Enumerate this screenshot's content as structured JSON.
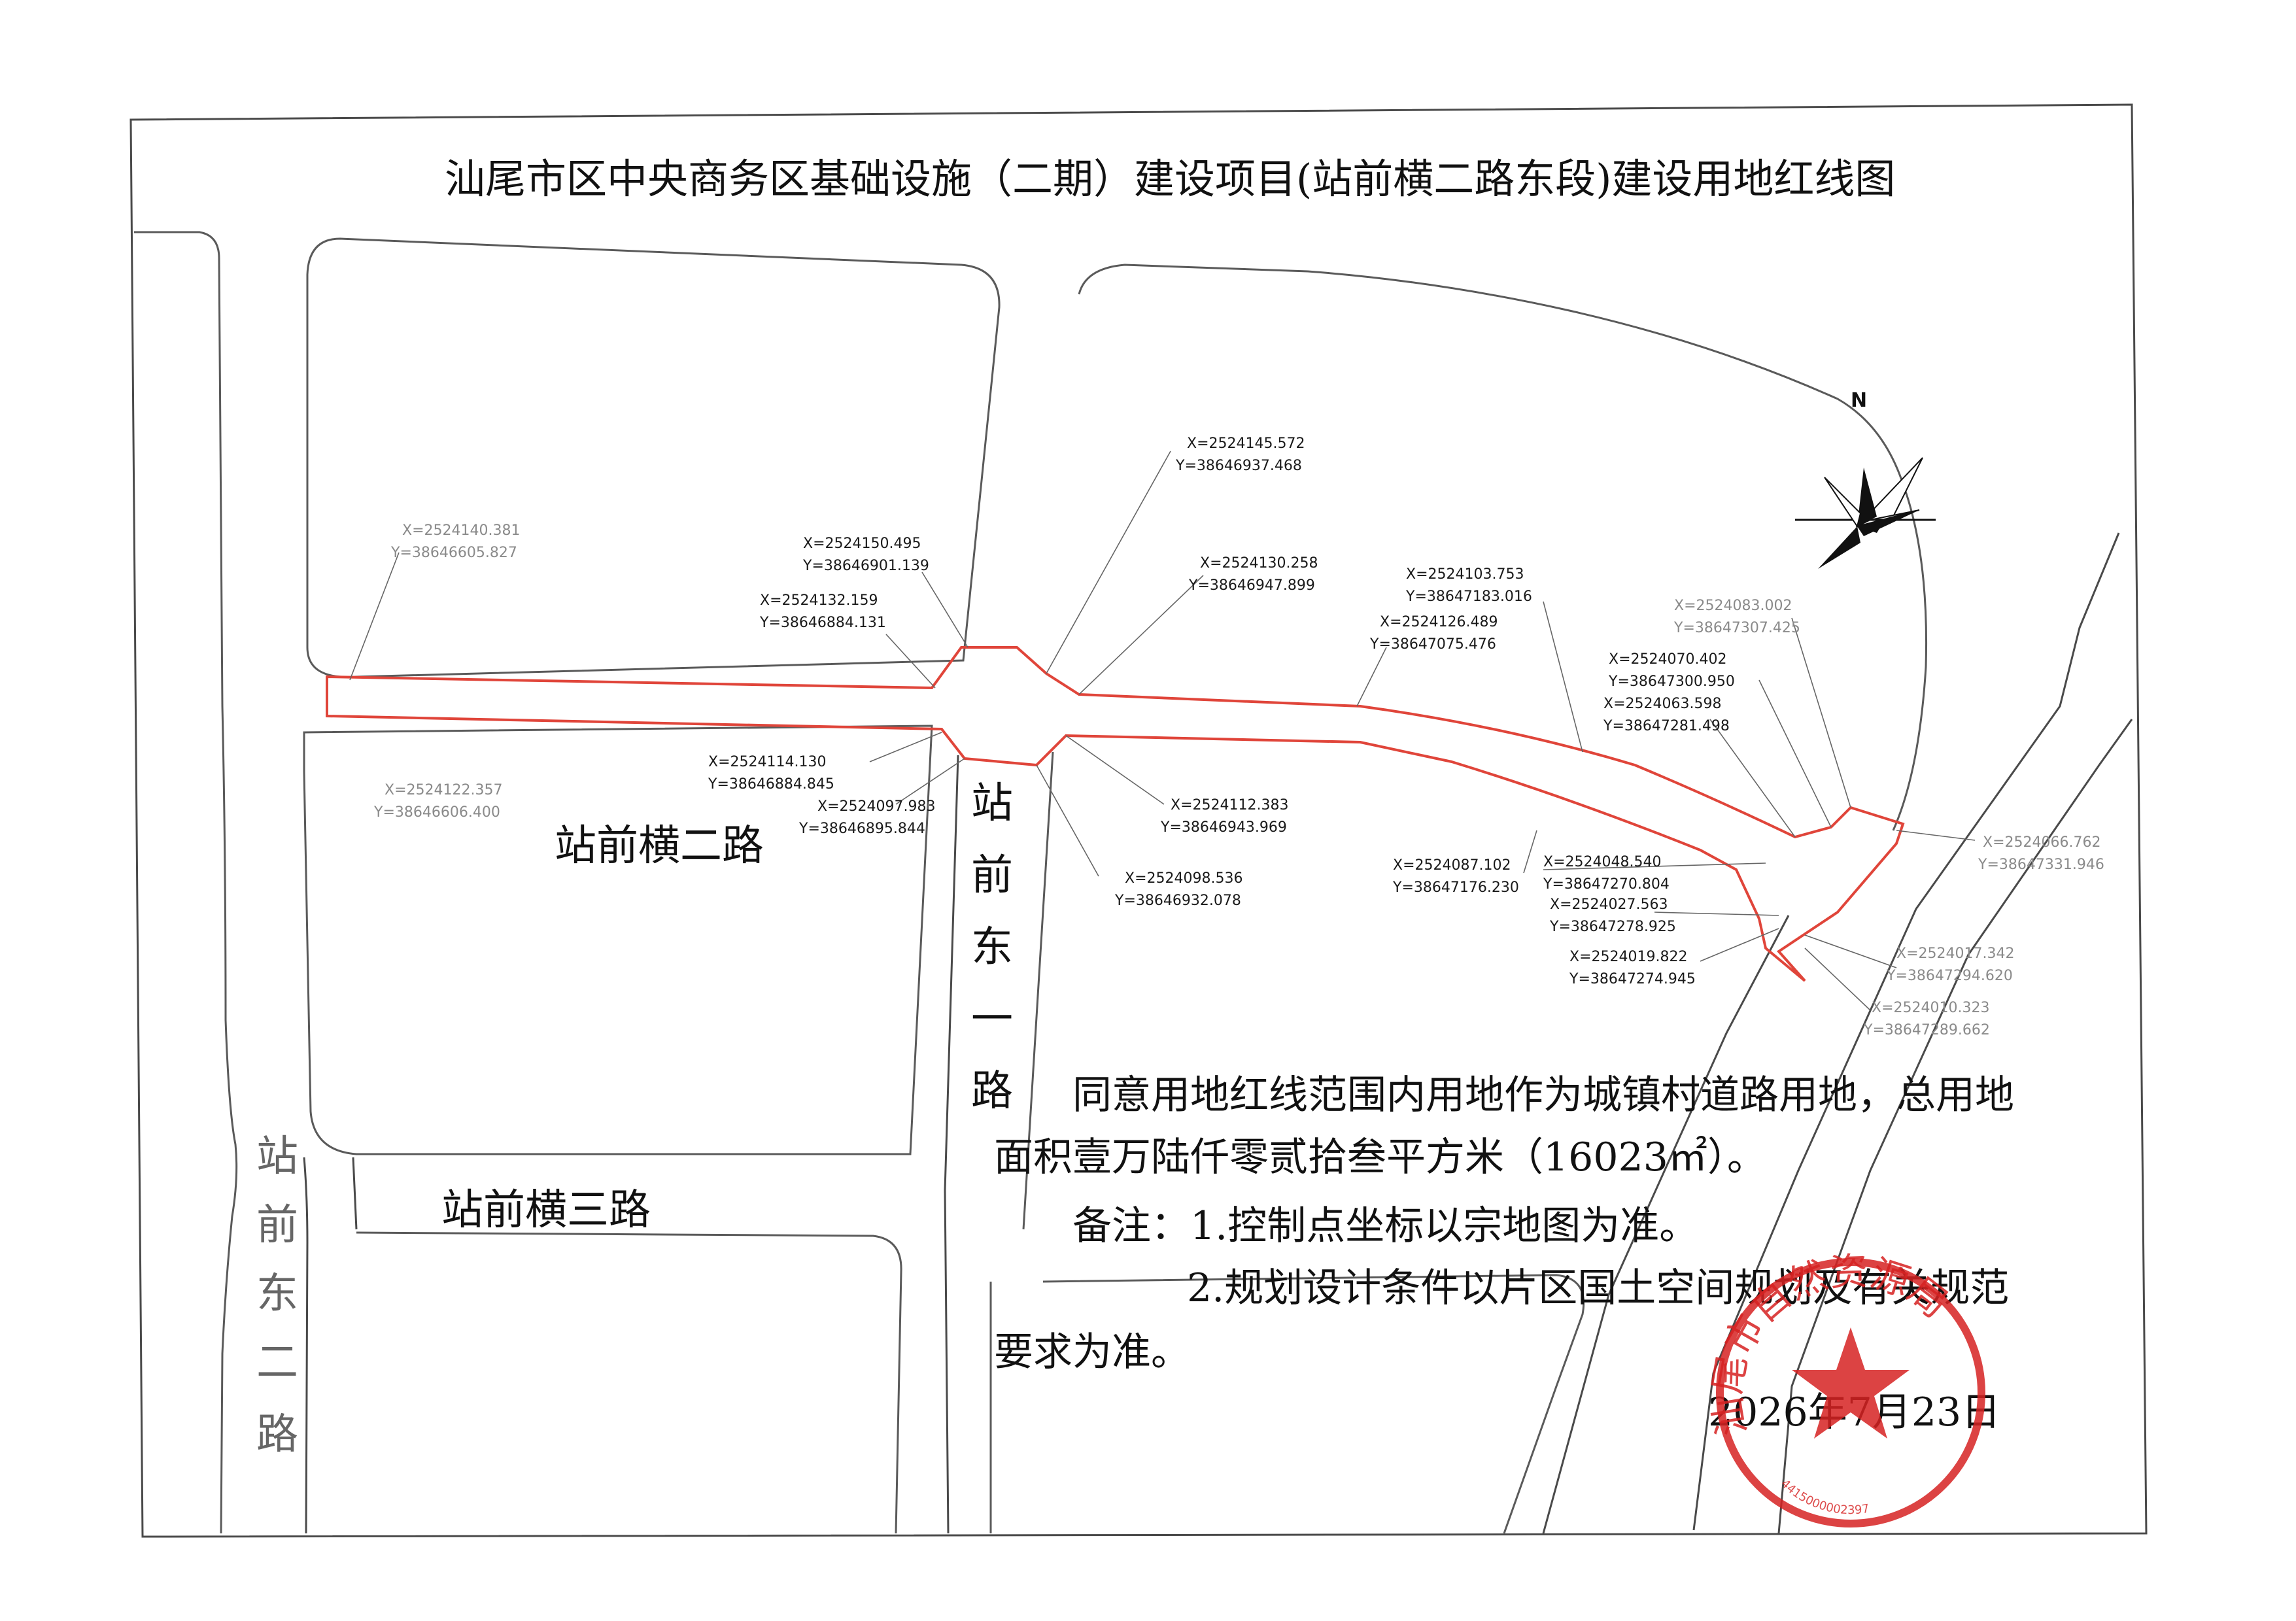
{
  "title": "汕尾市区中央商务区基础设施（二期）建设项目(站前横二路东段)建设用地红线图",
  "north_label": "N",
  "roads": {
    "heng2": "站前横二路",
    "heng3": "站前横三路",
    "dong1": [
      "站",
      "前",
      "东",
      "一",
      "路"
    ],
    "dong2": [
      "站",
      "前",
      "东",
      "二",
      "路"
    ]
  },
  "coords": [
    {
      "x": "X=2524140.381",
      "y": "Y=38646605.827"
    },
    {
      "x": "X=2524122.357",
      "y": "Y=38646606.400"
    },
    {
      "x": "X=2524150.495",
      "y": "Y=38646901.139"
    },
    {
      "x": "X=2524132.159",
      "y": "Y=38646884.131"
    },
    {
      "x": "X=2524114.130",
      "y": "Y=38646884.845"
    },
    {
      "x": "X=2524097.983",
      "y": "Y=38646895.844"
    },
    {
      "x": "X=2524145.572",
      "y": "Y=38646937.468"
    },
    {
      "x": "X=2524130.258",
      "y": "Y=38646947.899"
    },
    {
      "x": "X=2524112.383",
      "y": "Y=38646943.969"
    },
    {
      "x": "X=2524098.536",
      "y": "Y=38646932.078"
    },
    {
      "x": "X=2524103.753",
      "y": "Y=38647183.016"
    },
    {
      "x": "X=2524126.489",
      "y": "Y=38647075.476"
    },
    {
      "x": "X=2524083.002",
      "y": "Y=38647307.425"
    },
    {
      "x": "X=2524070.402",
      "y": "Y=38647300.950"
    },
    {
      "x": "X=2524063.598",
      "y": "Y=38647281.498"
    },
    {
      "x": "X=2524087.102",
      "y": "Y=38647176.230"
    },
    {
      "x": "X=2524048.540",
      "y": "Y=38647270.804"
    },
    {
      "x": "X=2524027.563",
      "y": "Y=38647278.925"
    },
    {
      "x": "X=2524019.822",
      "y": "Y=38647274.945"
    },
    {
      "x": "X=2524066.762",
      "y": "Y=38647331.946"
    },
    {
      "x": "X=2524017.342",
      "y": "Y=38647294.620"
    },
    {
      "x": "X=2524010.323",
      "y": "Y=38647289.662"
    }
  ],
  "notes": {
    "line1": "同意用地红线范围内用地作为城镇村道路用地，总用地",
    "line2": "面积壹万陆仟零贰拾叁平方米（16023㎡）。",
    "line3": "备注：1.控制点坐标以宗地图为准。",
    "line4": "2.规划设计条件以片区国土空间规划及有关规范",
    "line5": "要求为准。",
    "date": "2026年7月23日"
  },
  "seal": {
    "text": "汕尾市自然资源局",
    "number": "4415000002397"
  },
  "colors": {
    "red_line": "#e0453a",
    "seal": "#d62222"
  }
}
